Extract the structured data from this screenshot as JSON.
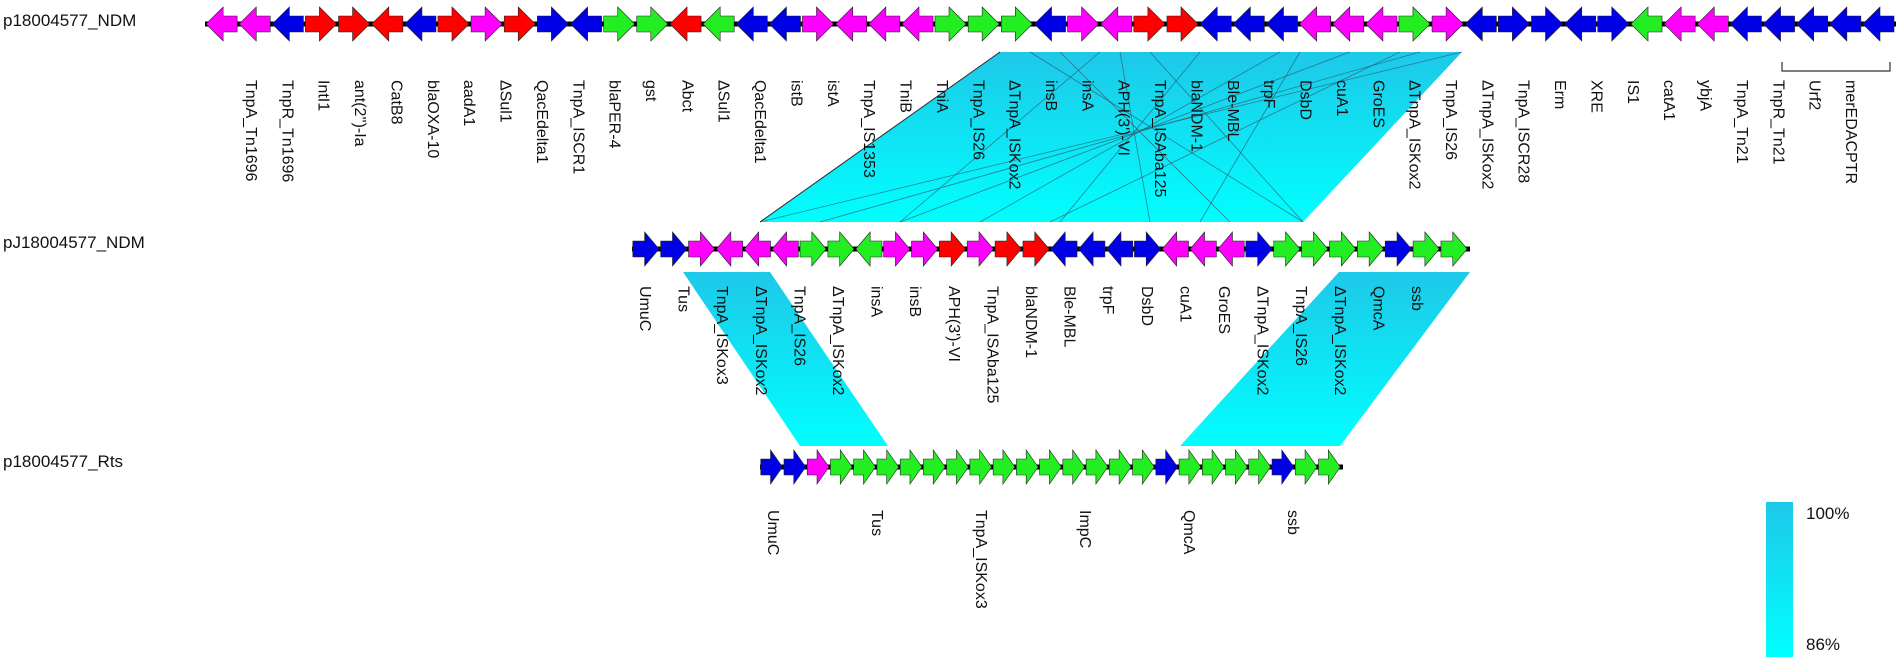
{
  "colors": {
    "magenta": "#ff00ff",
    "blue": "#0000e6",
    "red": "#ff0000",
    "green": "#22ee22",
    "backbone": "#000000",
    "homology_high": "#1ec8e8",
    "homology_low": "#00ffff"
  },
  "tracks": [
    {
      "name": "p18004577_NDM",
      "genes": [
        {
          "c": "magenta",
          "d": -1
        },
        {
          "c": "magenta",
          "d": -1
        },
        {
          "c": "blue",
          "d": -1
        },
        {
          "c": "red",
          "d": 1
        },
        {
          "c": "red",
          "d": 1
        },
        {
          "c": "red",
          "d": -1
        },
        {
          "c": "blue",
          "d": -1
        },
        {
          "c": "red",
          "d": 1
        },
        {
          "c": "magenta",
          "d": 1
        },
        {
          "c": "red",
          "d": 1
        },
        {
          "c": "blue",
          "d": 1
        },
        {
          "c": "blue",
          "d": -1
        },
        {
          "c": "green",
          "d": 1
        },
        {
          "c": "green",
          "d": 1
        },
        {
          "c": "red",
          "d": -1
        },
        {
          "c": "green",
          "d": -1
        },
        {
          "c": "blue",
          "d": -1
        },
        {
          "c": "blue",
          "d": -1
        },
        {
          "c": "magenta",
          "d": 1
        },
        {
          "c": "magenta",
          "d": -1
        },
        {
          "c": "magenta",
          "d": -1
        },
        {
          "c": "magenta",
          "d": -1
        },
        {
          "c": "green",
          "d": 1
        },
        {
          "c": "green",
          "d": 1
        },
        {
          "c": "green",
          "d": 1
        },
        {
          "c": "blue",
          "d": -1
        },
        {
          "c": "magenta",
          "d": 1
        },
        {
          "c": "magenta",
          "d": -1
        },
        {
          "c": "red",
          "d": 1
        },
        {
          "c": "red",
          "d": 1
        },
        {
          "c": "blue",
          "d": -1
        },
        {
          "c": "blue",
          "d": -1
        },
        {
          "c": "blue",
          "d": -1
        },
        {
          "c": "magenta",
          "d": -1
        },
        {
          "c": "magenta",
          "d": -1
        },
        {
          "c": "magenta",
          "d": -1
        },
        {
          "c": "green",
          "d": 1
        },
        {
          "c": "magenta",
          "d": 1
        },
        {
          "c": "blue",
          "d": -1
        },
        {
          "c": "blue",
          "d": 1
        },
        {
          "c": "blue",
          "d": 1
        },
        {
          "c": "blue",
          "d": -1
        },
        {
          "c": "blue",
          "d": 1
        },
        {
          "c": "green",
          "d": -1
        },
        {
          "c": "magenta",
          "d": -1
        },
        {
          "c": "magenta",
          "d": -1
        },
        {
          "c": "blue",
          "d": -1
        },
        {
          "c": "blue",
          "d": -1
        },
        {
          "c": "blue",
          "d": -1
        },
        {
          "c": "blue",
          "d": -1
        },
        {
          "c": "blue",
          "d": -1
        }
      ],
      "labels": [
        "TnpA_Tn1696",
        "TnpR_Tn1696",
        "IntI1",
        "ant(2'')-Ia",
        "CatB8",
        "blaOXA-10",
        "aadA1",
        "ΔSul1",
        "QacEdelta1",
        "TnpA_ISCR1",
        "blaPER-4",
        "gst",
        "Abct",
        "ΔSul1",
        "QacEdelta1",
        "istB",
        "istA",
        "TnpA_IS1353",
        "TniB",
        "TniA",
        "TnpA_IS26",
        "ΔTnpA_ISKox2",
        "insB",
        "insA",
        "APH(3')-VI",
        "TnpA_ISAba125",
        "blaNDM-1",
        "Ble-MBL",
        "trpF",
        "DsbD",
        "cuA1",
        "GroES",
        "ΔTnpA_ISKox2",
        "TnpA_IS26",
        "ΔTnpA_ISKox2",
        "TnpA_ISCR28",
        "Erm",
        "XRE",
        "IS1",
        "catA1",
        "ybjA",
        "TnpA_Tn21",
        "TnpR_Tn21",
        "Urf2",
        "merEDACPTR"
      ]
    },
    {
      "name": "pJ18004577_NDM",
      "genes": [
        {
          "c": "blue",
          "d": 1
        },
        {
          "c": "blue",
          "d": 1
        },
        {
          "c": "magenta",
          "d": 1
        },
        {
          "c": "magenta",
          "d": -1
        },
        {
          "c": "magenta",
          "d": -1
        },
        {
          "c": "magenta",
          "d": -1
        },
        {
          "c": "green",
          "d": 1
        },
        {
          "c": "green",
          "d": 1
        },
        {
          "c": "green",
          "d": -1
        },
        {
          "c": "magenta",
          "d": 1
        },
        {
          "c": "magenta",
          "d": 1
        },
        {
          "c": "red",
          "d": 1
        },
        {
          "c": "magenta",
          "d": 1
        },
        {
          "c": "red",
          "d": 1
        },
        {
          "c": "red",
          "d": 1
        },
        {
          "c": "blue",
          "d": -1
        },
        {
          "c": "blue",
          "d": -1
        },
        {
          "c": "blue",
          "d": -1
        },
        {
          "c": "blue",
          "d": 1
        },
        {
          "c": "magenta",
          "d": -1
        },
        {
          "c": "magenta",
          "d": -1
        },
        {
          "c": "magenta",
          "d": -1
        },
        {
          "c": "blue",
          "d": 1
        },
        {
          "c": "green",
          "d": 1
        },
        {
          "c": "green",
          "d": 1
        },
        {
          "c": "green",
          "d": 1
        },
        {
          "c": "green",
          "d": 1
        },
        {
          "c": "blue",
          "d": 1
        },
        {
          "c": "green",
          "d": 1
        },
        {
          "c": "green",
          "d": 1
        }
      ],
      "labels": [
        "UmuC",
        "Tus",
        "TnpA_ISKox3",
        "ΔTnpA_ISKox2",
        "TnpA_IS26",
        "ΔTnpA_ISKox2",
        "insA",
        "insB",
        "APH(3')-VI",
        "TnpA_ISAba125",
        "blaNDM-1",
        "Ble-MBL",
        "trpF",
        "DsbD",
        "cuA1",
        "GroES",
        "ΔTnpA_ISKox2",
        "TnpA_IS26",
        "ΔTnpA_ISKox2",
        "QmcA",
        "ssb"
      ]
    },
    {
      "name": "p18004577_Rts",
      "genes": [
        {
          "c": "blue",
          "d": 1
        },
        {
          "c": "blue",
          "d": 1
        },
        {
          "c": "magenta",
          "d": 1
        },
        {
          "c": "green",
          "d": 1
        },
        {
          "c": "green",
          "d": 1
        },
        {
          "c": "green",
          "d": 1
        },
        {
          "c": "green",
          "d": 1
        },
        {
          "c": "green",
          "d": 1
        },
        {
          "c": "green",
          "d": 1
        },
        {
          "c": "green",
          "d": 1
        },
        {
          "c": "green",
          "d": 1
        },
        {
          "c": "green",
          "d": 1
        },
        {
          "c": "green",
          "d": 1
        },
        {
          "c": "green",
          "d": 1
        },
        {
          "c": "green",
          "d": 1
        },
        {
          "c": "green",
          "d": 1
        },
        {
          "c": "green",
          "d": 1
        },
        {
          "c": "blue",
          "d": 1
        },
        {
          "c": "green",
          "d": 1
        },
        {
          "c": "green",
          "d": 1
        },
        {
          "c": "green",
          "d": 1
        },
        {
          "c": "green",
          "d": 1
        },
        {
          "c": "blue",
          "d": 1
        },
        {
          "c": "green",
          "d": 1
        },
        {
          "c": "green",
          "d": 1
        }
      ],
      "labels": [
        "UmuC",
        "Tus",
        "TnpA_ISKox3",
        "ImpC",
        "QmcA",
        "ssb"
      ]
    }
  ],
  "legend": {
    "max_label": "100%",
    "min_label": "86%"
  }
}
